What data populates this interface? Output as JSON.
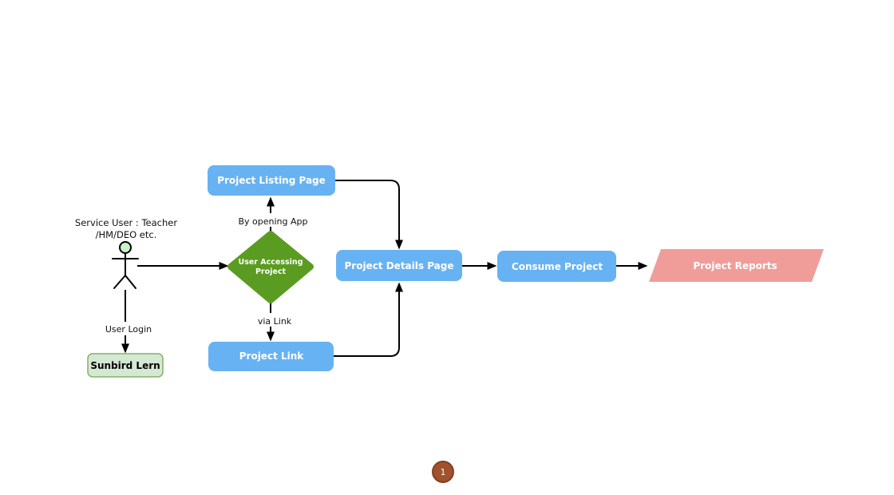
{
  "canvas": {
    "background": "#ffffff"
  },
  "actor": {
    "label_line1": "Service User : Teacher",
    "label_line2": "/HM/DEO etc.",
    "login_edge_label": "User Login",
    "head_fill": "#c9f2c9"
  },
  "nodes": {
    "sunbird_lern": {
      "label": "Sunbird Lern",
      "fill": "#d5e8d4",
      "border": "#82b366"
    },
    "decision": {
      "label_line1": "User Accessing",
      "label_line2": "Project",
      "fill": "#5a9c21"
    },
    "project_listing": {
      "label": "Project Listing Page",
      "fill": "#67b2f3"
    },
    "project_link": {
      "label": "Project Link",
      "fill": "#67b2f3"
    },
    "project_details": {
      "label": "Project Details Page",
      "fill": "#67b2f3"
    },
    "consume_project": {
      "label": "Consume Project",
      "fill": "#67b2f3"
    },
    "project_reports": {
      "label": "Project Reports",
      "fill": "#f09d99"
    }
  },
  "edge_labels": {
    "by_opening_app": "By opening App",
    "via_link": "via Link"
  },
  "page_indicator": {
    "number": "1",
    "fill": "#a0522d",
    "border": "#843f1f"
  }
}
